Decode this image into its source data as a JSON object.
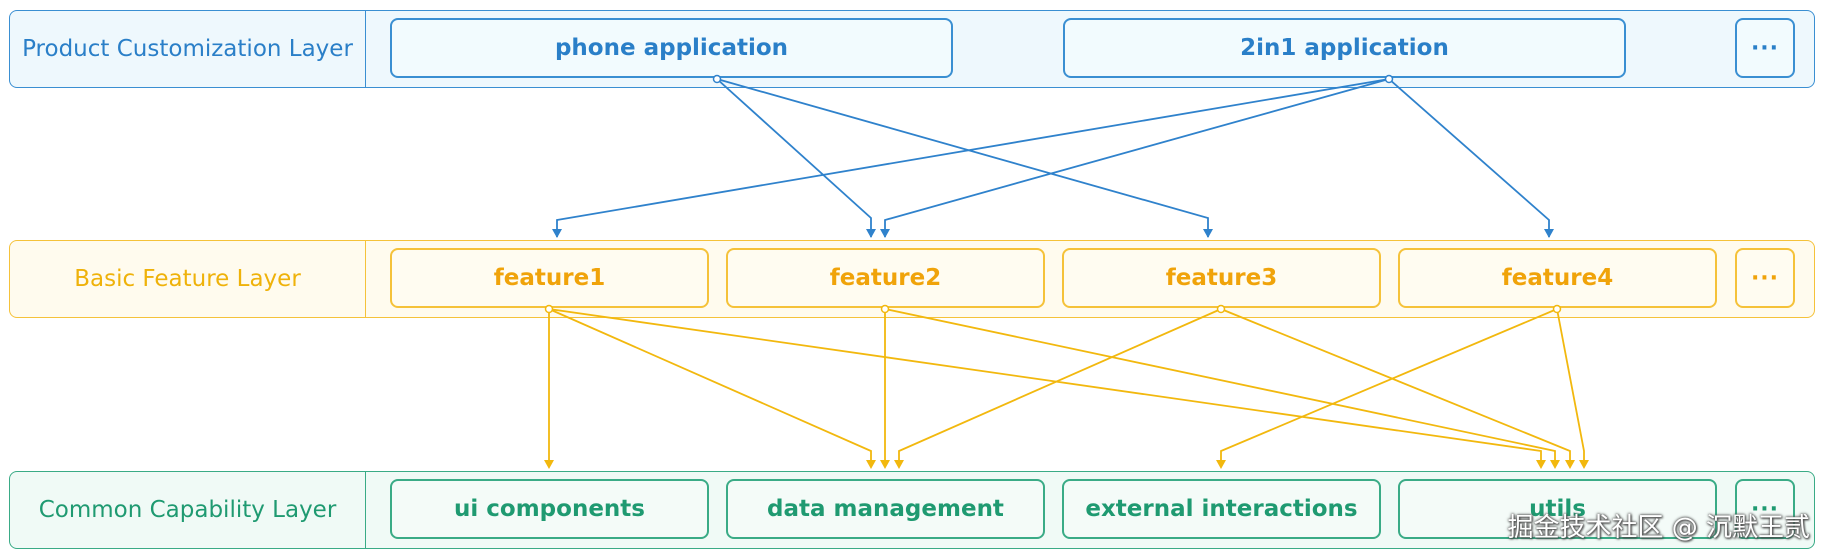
{
  "layers": {
    "product": {
      "label": "Product Customization Layer",
      "color": "#2a7fc8",
      "boxes": [
        "phone application",
        "2in1 application"
      ],
      "more": "···"
    },
    "basic": {
      "label": "Basic Feature Layer",
      "color": "#f0a30a",
      "boxes": [
        "feature1",
        "feature2",
        "feature3",
        "feature4"
      ],
      "more": "···"
    },
    "common": {
      "label": "Common Capability Layer",
      "color": "#1f9a71",
      "boxes": [
        "ui components",
        "data management",
        "external interactions",
        "utils"
      ],
      "more": "···"
    }
  },
  "dependencies": {
    "phone application": [
      "feature2",
      "feature3"
    ],
    "2in1 application": [
      "feature1",
      "feature2",
      "feature4"
    ],
    "feature1": [
      "ui components",
      "data management",
      "utils"
    ],
    "feature2": [
      "data management",
      "utils"
    ],
    "feature3": [
      "data management",
      "utils"
    ],
    "feature4": [
      "external interactions",
      "utils"
    ]
  },
  "watermark": "掘金技术社区 @ 沉默王贰",
  "colors": {
    "product_line": "#2f82cc",
    "basic_line": "#f2b80e"
  }
}
